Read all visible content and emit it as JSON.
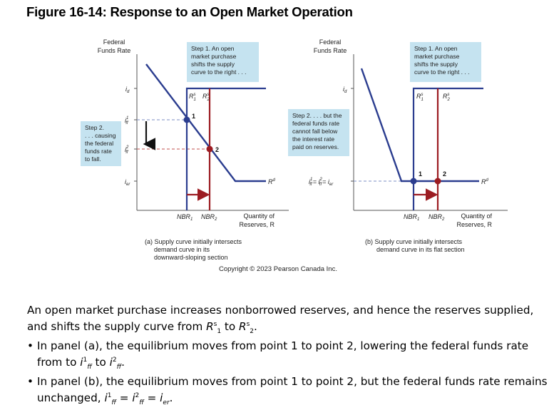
{
  "figure_title": "Figure 16-14: Response to an Open Market Operation",
  "copyright": "Copyright © 2023 Pearson Canada Inc.",
  "panel_a": {
    "y_axis_title_1": "Federal",
    "y_axis_title_2": "Funds Rate",
    "x_axis_title_1": "Quantity of",
    "x_axis_title_2": "Reserves, R",
    "tick_id": "i",
    "tick_id_sub": "d",
    "tick_iff1": "i",
    "tick_iff1_sup": "1",
    "tick_iff1_sub": "ff",
    "tick_iff2": "i",
    "tick_iff2_sup": "2",
    "tick_iff2_sub": "ff",
    "tick_ier": "i",
    "tick_ier_sub": "er",
    "nbr1": "NBR",
    "nbr1_sub": "1",
    "nbr2": "NBR",
    "nbr2_sub": "2",
    "rs1": "R",
    "rs1_sup": "s",
    "rs1_sub": "1",
    "rs2": "R",
    "rs2_sup": "s",
    "rs2_sub": "2",
    "rd": "R",
    "rd_sup": "d",
    "point1": "1",
    "point2": "2",
    "step1_line1": "Step 1. An open",
    "step1_line2": "market purchase",
    "step1_line3": "shifts the supply",
    "step1_line4": "curve to the right . . .",
    "step2_line1": "Step 2.",
    "step2_line2": ". . . causing",
    "step2_line3": "the federal",
    "step2_line4": "funds rate",
    "step2_line5": "to fall.",
    "caption_line1": "(a)  Supply curve initially intersects",
    "caption_line2": "demand curve in its",
    "caption_line3": "downward-sloping section"
  },
  "panel_b": {
    "y_axis_title_1": "Federal",
    "y_axis_title_2": "Funds Rate",
    "x_axis_title_1": "Quantity of",
    "x_axis_title_2": "Reserves, R",
    "tick_id": "i",
    "tick_id_sub": "d",
    "tick_eq_a": "i",
    "tick_eq_a_sup": "1",
    "tick_eq_a_sub": "ff",
    "tick_eq_b": "= i",
    "tick_eq_b_sup": "2",
    "tick_eq_b_sub": "ff",
    "tick_eq_c": "= i",
    "tick_eq_c_sub": "er",
    "nbr1": "NBR",
    "nbr1_sub": "1",
    "nbr2": "NBR",
    "nbr2_sub": "2",
    "rs1": "R",
    "rs1_sup": "s",
    "rs1_sub": "1",
    "rs2": "R",
    "rs2_sup": "s",
    "rs2_sub": "2",
    "rd": "R",
    "rd_sup": "d",
    "point1": "1",
    "point2": "2",
    "step1_line1": "Step 1. An open",
    "step1_line2": "market purchase",
    "step1_line3": "shifts the supply",
    "step1_line4": "curve to the right . . .",
    "step2_line1": "Step 2. . . . but the",
    "step2_line2": "federal funds rate",
    "step2_line3": "cannot fall below",
    "step2_line4": "the interest rate",
    "step2_line5": "paid on reserves.",
    "caption_line1": "(b)  Supply curve initially intersects",
    "caption_line2": "demand curve in its flat section"
  },
  "text": {
    "para_1": "An open market purchase increases nonborrowed reserves, and hence the reserves supplied, and shifts the supply curve from ",
    "para_R": "R",
    "para_s": "s",
    "para_1sub": "1",
    "para_to": " to ",
    "para_R2": "R",
    "para_s2": "s",
    "para_2sub": "2",
    "para_end": ".",
    "b1_start": "In panel (a), the equilibrium moves from point 1 to point 2, lowering the federal funds rate from to ",
    "b1_i": "i",
    "b1_sup1": "1",
    "b1_ff1": "ff",
    "b1_to": " to ",
    "b1_i2": "i",
    "b1_sup2": "2",
    "b1_ff2": "ff",
    "b1_end": ".",
    "b2_start": "In panel (b), the equilibrium moves from point 1 to point 2, but the federal funds rate remains unchanged, ",
    "b2_i": "i",
    "b2_sup1": "1",
    "b2_ff1": "ff",
    "b2_eq": " = ",
    "b2_i2": "i",
    "b2_sup2": "2",
    "b2_ff2": "ff",
    "b2_eq2": " = ",
    "b2_i3": "i",
    "b2_er": "er",
    "b2_end": "."
  },
  "colors": {
    "supply_blue": "#2b3d8f",
    "supply_red": "#9c1c22",
    "demand_blue": "#2b3d8f",
    "callout_bg": "#c5e3f0",
    "dashed_blue": "#7d8fc4",
    "dashed_red": "#c0504d"
  }
}
